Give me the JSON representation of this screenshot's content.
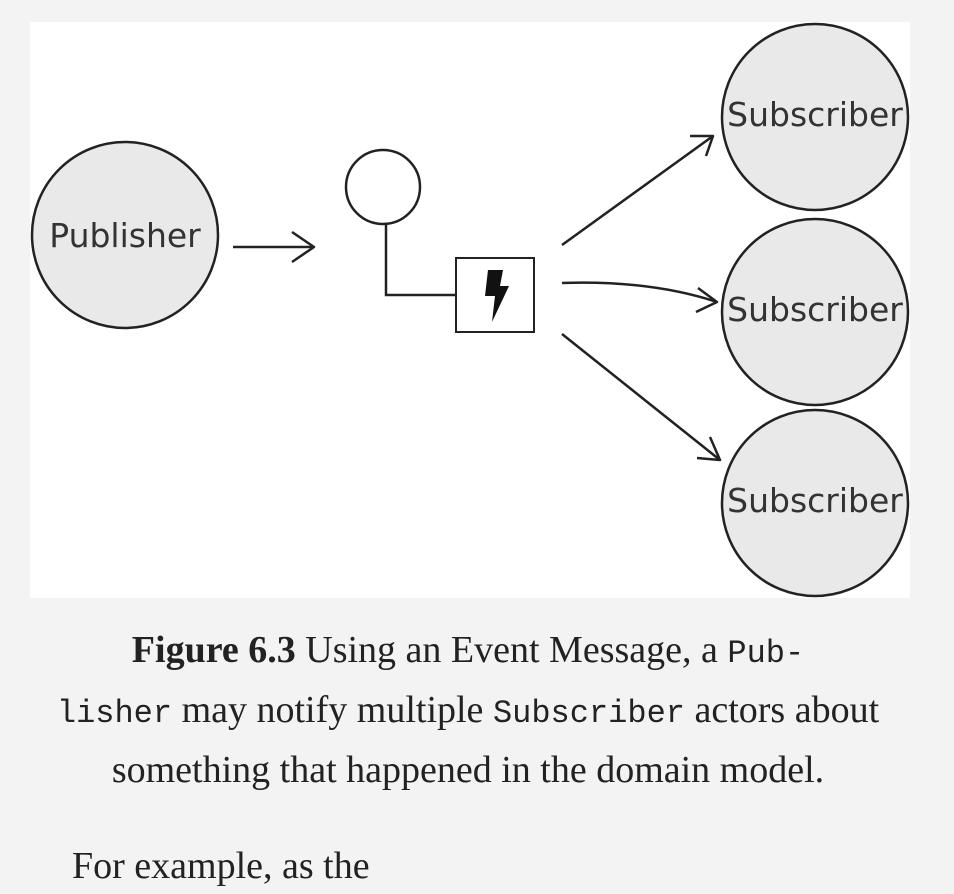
{
  "diagram": {
    "publisher_label": "Publisher",
    "subscribers": [
      {
        "label": "Subscriber"
      },
      {
        "label": "Subscriber"
      },
      {
        "label": "Subscriber"
      }
    ]
  },
  "caption": {
    "label": "Figure 6.3",
    "text_1": " Using an Event Message, a ",
    "code_1a": "Pub-",
    "code_1b": "lisher",
    "text_2": " may notify multiple ",
    "code_2": "Subscriber",
    "text_3": " actors about something that happened in the domain model."
  },
  "next_paragraph": {
    "text": "For example, as the"
  },
  "colors": {
    "background": "#f3f3f3",
    "panel": "#ffffff",
    "node_fill": "#e9e9e9",
    "stroke": "#222222"
  }
}
